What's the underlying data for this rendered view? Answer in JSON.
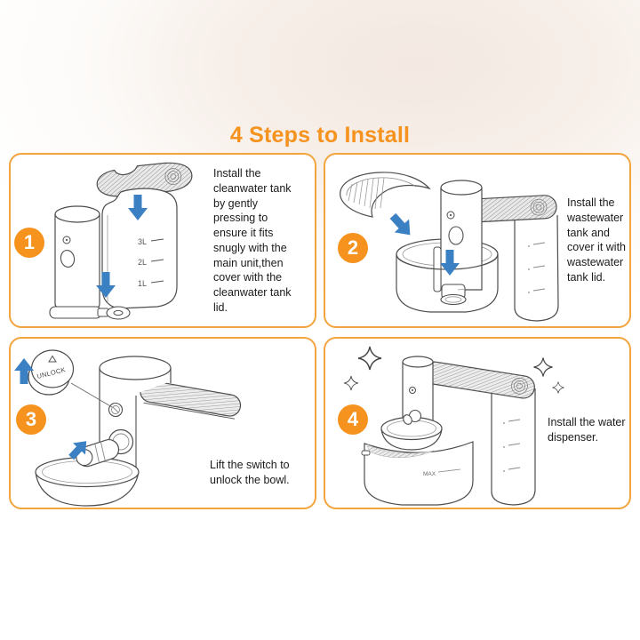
{
  "page": {
    "title": "4 Steps to Install"
  },
  "colors": {
    "accent_orange": "#f6921e",
    "panel_border": "#f3a43e",
    "arrow_blue": "#3c80c4",
    "line_art": "#4d4d4d"
  },
  "steps": [
    {
      "number": "1",
      "instruction": "Install the cleanwater tank by gently pressing to ensure it fits snugly with the main unit,then cover with the cleanwater tank lid.",
      "scale_labels": [
        "3L",
        "2L",
        "1L"
      ],
      "arrow_icons": [
        "down-arrow",
        "down-arrow"
      ]
    },
    {
      "number": "2",
      "instruction": "Install the wastewater tank and cover it with wastewater tank lid.",
      "arrow_icons": [
        "down-right-arrow",
        "down-arrow"
      ]
    },
    {
      "number": "3",
      "instruction": "Lift the switch to unlock the bowl.",
      "dial_label": "UNLOCK",
      "arrow_icons": [
        "up-arrow",
        "up-right-arrow"
      ]
    },
    {
      "number": "4",
      "instruction": "Install the water dispenser.",
      "bowl_label": "MAX",
      "decorations": [
        "sparkles"
      ]
    }
  ]
}
